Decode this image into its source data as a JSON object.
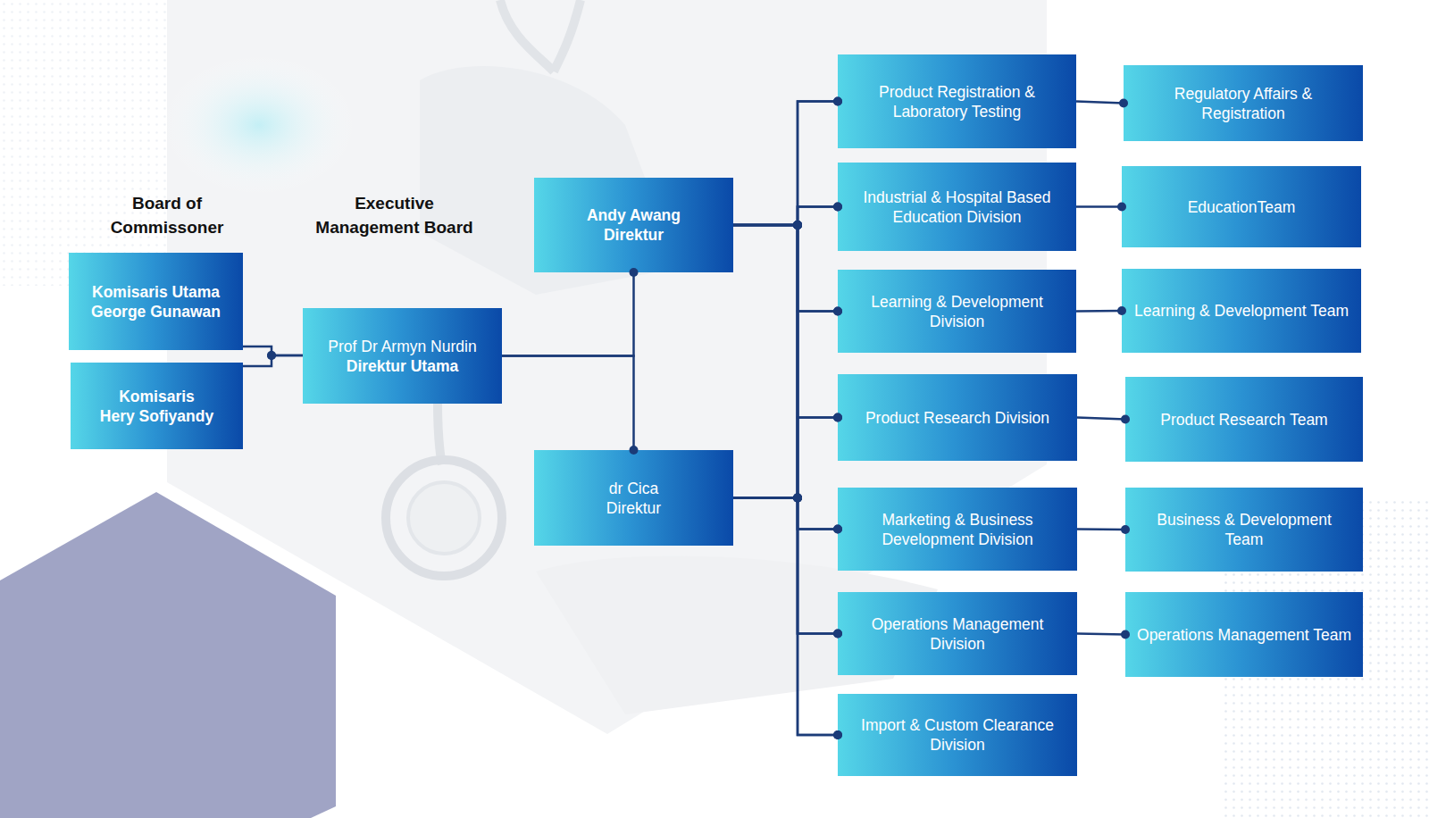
{
  "diagram": {
    "nodes": [
      {
        "text": [
          "Komisaris Utama",
          "George Gunawan"
        ]
      },
      {
        "text": [
          "Komisaris",
          "Hery Sofiyandy"
        ]
      },
      {
        "text": [
          "Prof Dr Armyn Nurdin",
          "Direktur Utama"
        ]
      },
      {
        "text": [
          "Andy Awang",
          "Direktur"
        ]
      },
      {
        "text": [
          "dr Cica",
          "Direktur"
        ]
      },
      {
        "text": [
          "Product Registration & Laboratory Testing"
        ]
      },
      {
        "text": [
          "Regulatory Affairs & Registration"
        ]
      },
      {
        "text": [
          "Industrial & Hospital Based Education Division"
        ]
      },
      {
        "text": [
          "EducationTeam"
        ]
      },
      {
        "text": [
          "Learning & Development Division"
        ]
      },
      {
        "text": [
          "Learning & Development Team"
        ]
      },
      {
        "text": [
          "Product Research Division"
        ]
      },
      {
        "text": [
          "Product Research Team"
        ]
      },
      {
        "text": [
          "Marketing & Business Development Division"
        ]
      },
      {
        "text": [
          "Business & Development Team"
        ]
      },
      {
        "text": [
          "Operations Management Division"
        ]
      },
      {
        "text": [
          "Operations Management Team"
        ]
      },
      {
        "text": [
          "Import & Custom Clearance Division"
        ]
      }
    ],
    "edges": [
      {
        "from": 0,
        "to": 2,
        "arrow": "none"
      },
      {
        "from": 1,
        "to": 2,
        "arrow": "none"
      },
      {
        "from": 2,
        "to": 3,
        "arrow": "none"
      },
      {
        "from": 2,
        "to": 4,
        "arrow": "none"
      },
      {
        "from": 3,
        "to": 5,
        "arrow": "none"
      },
      {
        "from": 3,
        "to": 7,
        "arrow": "none"
      },
      {
        "from": 3,
        "to": 9,
        "arrow": "none"
      },
      {
        "from": 3,
        "to": 11,
        "arrow": "none"
      },
      {
        "from": 3,
        "to": 13,
        "arrow": "none"
      },
      {
        "from": 3,
        "to": 15,
        "arrow": "none"
      },
      {
        "from": 3,
        "to": 17,
        "arrow": "none"
      },
      {
        "from": 4,
        "to": 5,
        "arrow": "none"
      },
      {
        "from": 4,
        "to": 7,
        "arrow": "none"
      },
      {
        "from": 4,
        "to": 9,
        "arrow": "none"
      },
      {
        "from": 4,
        "to": 11,
        "arrow": "none"
      },
      {
        "from": 4,
        "to": 13,
        "arrow": "none"
      },
      {
        "from": 4,
        "to": 15,
        "arrow": "none"
      },
      {
        "from": 4,
        "to": 17,
        "arrow": "none"
      },
      {
        "from": 5,
        "to": 6,
        "arrow": "none"
      },
      {
        "from": 7,
        "to": 8,
        "arrow": "none"
      },
      {
        "from": 9,
        "to": 10,
        "arrow": "none"
      },
      {
        "from": 11,
        "to": 12,
        "arrow": "none"
      },
      {
        "from": 13,
        "to": 14,
        "arrow": "none"
      },
      {
        "from": 15,
        "to": 16,
        "arrow": "none"
      }
    ],
    "labels": [
      "Board of Commissoner",
      "Executive Management Board"
    ]
  }
}
